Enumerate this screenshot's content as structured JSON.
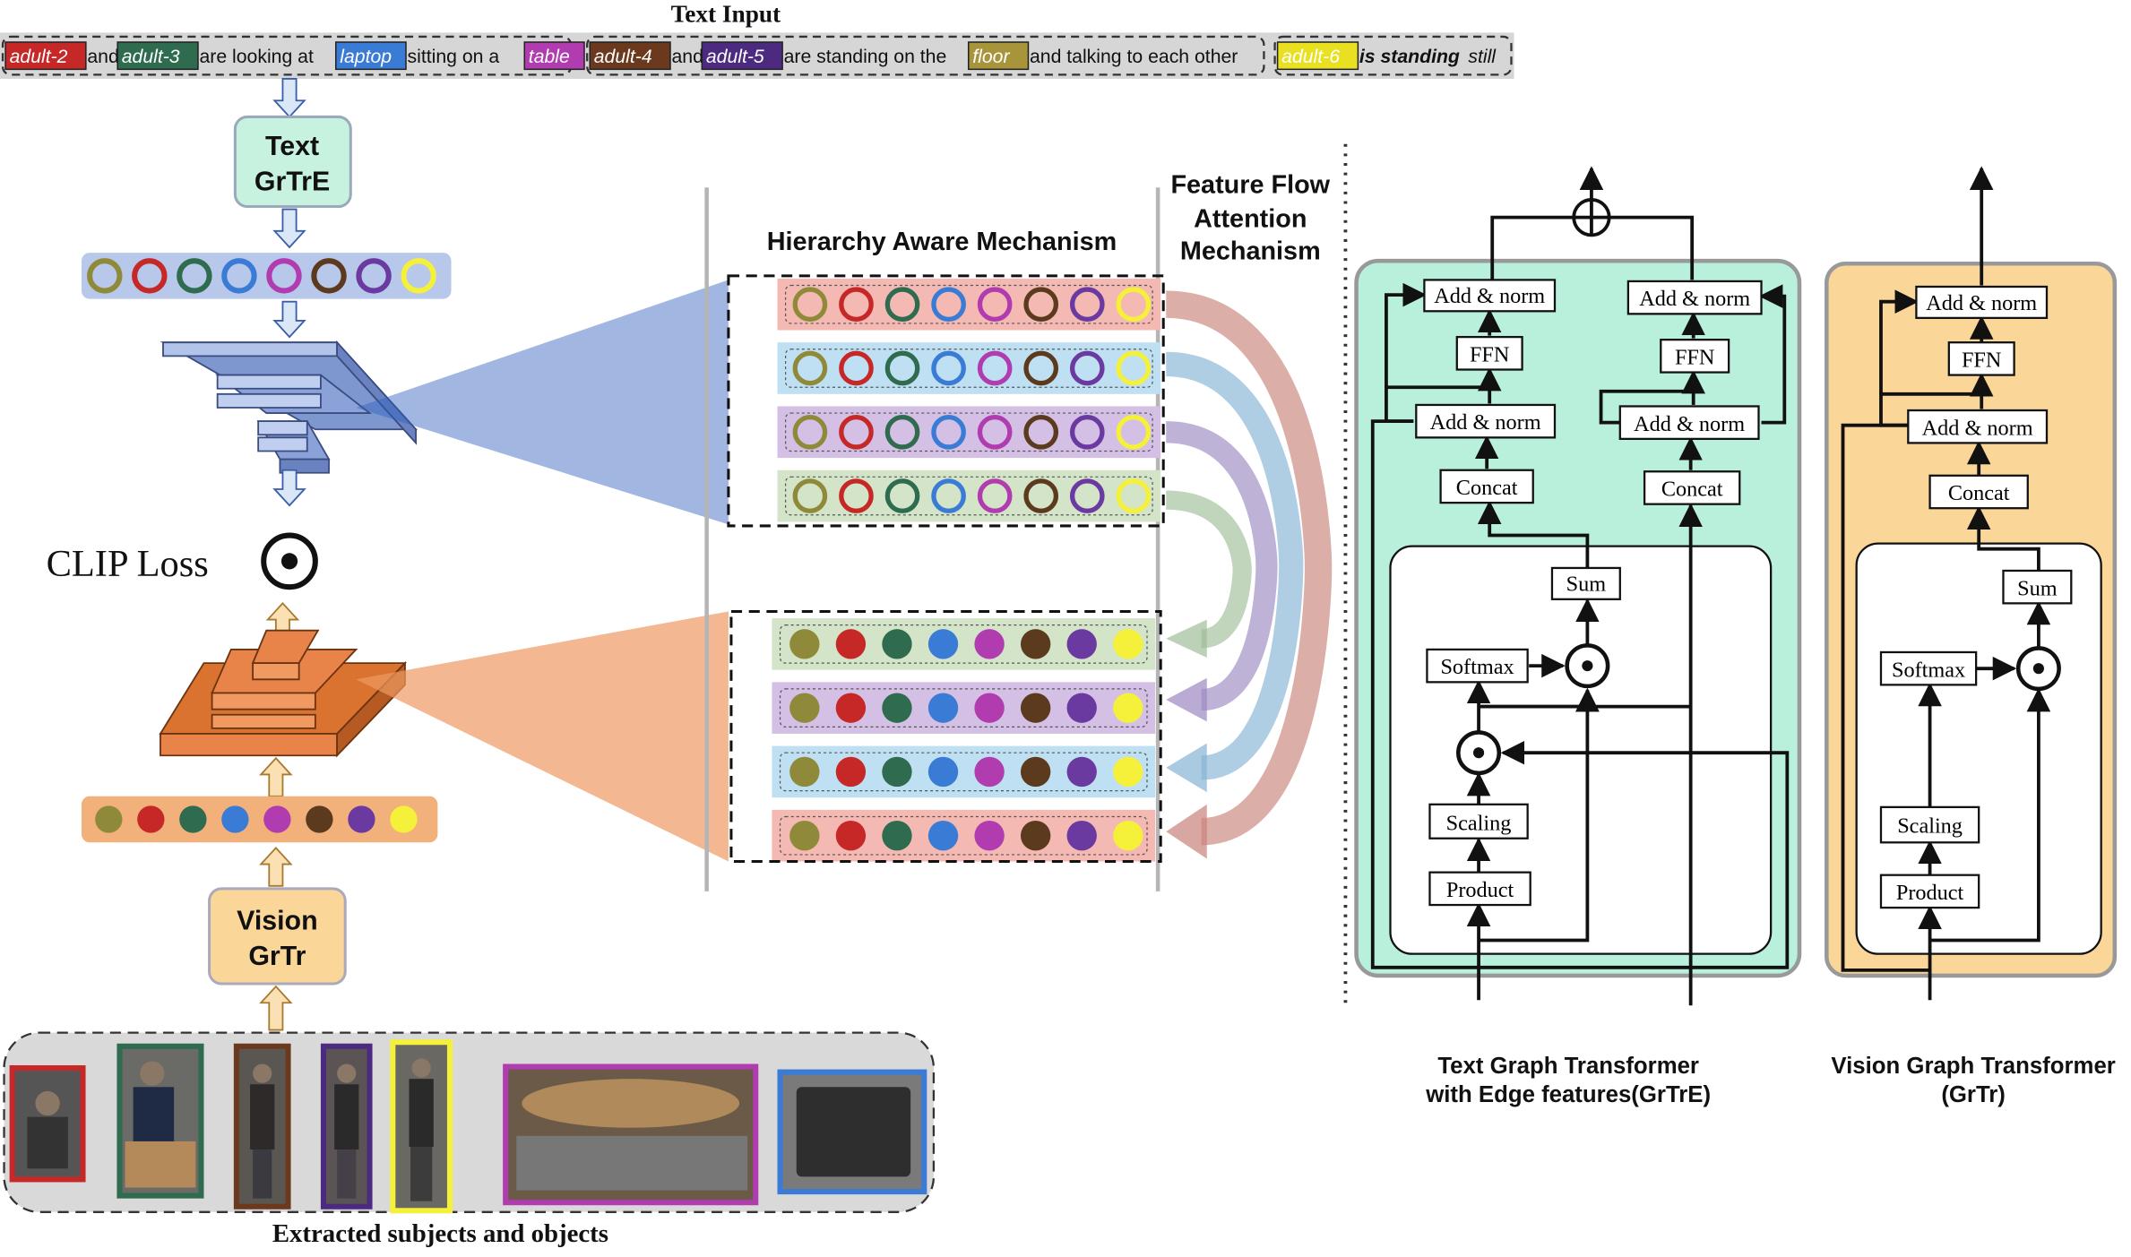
{
  "text_input": {
    "title": "Text Input",
    "groups": [
      [
        {
          "t": "adult-2",
          "tag": true,
          "color": "#c62828"
        },
        {
          "t": "and"
        },
        {
          "t": "adult-3",
          "tag": true,
          "color": "#2e6b4f"
        },
        {
          "t": "are looking at"
        },
        {
          "t": "laptop",
          "tag": true,
          "color": "#3a7bd5"
        },
        {
          "t": "sitting on a"
        },
        {
          "t": "table",
          "tag": true,
          "color": "#b03cb0"
        }
      ],
      [
        {
          "t": "adult-4",
          "tag": true,
          "color": "#6b3a1e"
        },
        {
          "t": "and"
        },
        {
          "t": "adult-5",
          "tag": true,
          "color": "#4b2a80"
        },
        {
          "t": "are standing on the"
        },
        {
          "t": "floor",
          "tag": true,
          "color": "#a8943a"
        },
        {
          "t": "and talking to each other"
        }
      ],
      [
        {
          "t": "adult-6",
          "tag": true,
          "color": "#e8e020"
        },
        {
          "t": "is standing",
          "bold_italic": true
        },
        {
          "t": "still",
          "italic": true
        }
      ]
    ]
  },
  "left_column": {
    "text_encoder": [
      "Text",
      "GrTrE"
    ],
    "clip_loss": "CLIP Loss",
    "vision_encoder": [
      "Vision",
      "GrTr"
    ],
    "extracted_label": "Extracted subjects and objects"
  },
  "node_colors": [
    "#8f8a3a",
    "#c62828",
    "#2e6b4f",
    "#3a7bd5",
    "#b03cb0",
    "#5c3a1e",
    "#6a3aa0",
    "#f5f03a"
  ],
  "hierarchy": {
    "title": "Hierarchy Aware Mechanism",
    "row_colors": [
      "#f3b9b2",
      "#bfe0f2",
      "#d3c0e4",
      "#d3e4c8"
    ]
  },
  "feature_flow": {
    "title": [
      "Feature Flow",
      "Attention",
      "Mechanism"
    ]
  },
  "grtre": {
    "caption": [
      "Text Graph Transformer",
      "with Edge features(GrTrE)"
    ],
    "bg": "#b9f0dc",
    "blocks": {
      "add_norm": "Add & norm",
      "ffn": "FFN",
      "concat": "Concat",
      "sum": "Sum",
      "softmax": "Softmax",
      "scaling": "Scaling",
      "product": "Product"
    }
  },
  "grtr": {
    "caption": [
      "Vision Graph Transformer",
      "(GrTr)"
    ],
    "bg": "#fbd699",
    "blocks": {
      "add_norm": "Add & norm",
      "ffn": "FFN",
      "concat": "Concat",
      "sum": "Sum",
      "softmax": "Softmax",
      "scaling": "Scaling",
      "product": "Product"
    }
  }
}
